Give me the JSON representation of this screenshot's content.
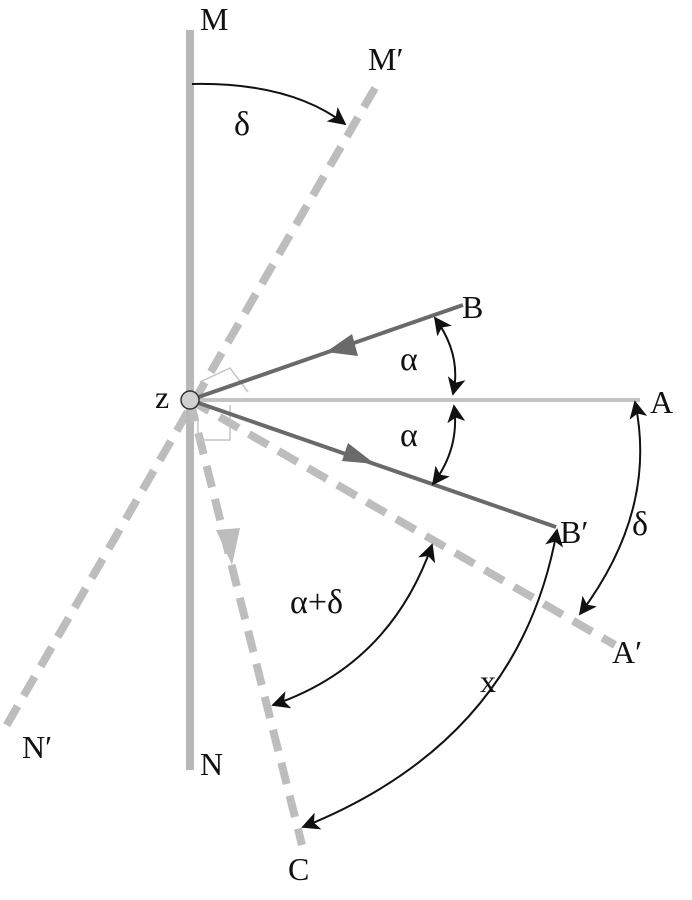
{
  "diagram": {
    "labels": {
      "M": "M",
      "M_prime": "M′",
      "N": "N",
      "N_prime": "N′",
      "A": "A",
      "A_prime": "A′",
      "B": "B",
      "B_prime": "B′",
      "C": "C",
      "z": "z",
      "delta_top": "δ",
      "delta_right": "δ",
      "alpha_upper": "α",
      "alpha_lower": "α",
      "alpha_plus_delta": "α+δ",
      "x": "x"
    },
    "colors": {
      "mirror": "#b8b8b8",
      "dashed": "#bdbdbd",
      "axis": "#c4c4c4",
      "ray": "#6a6a6a",
      "arc": "#111111",
      "pivot_fill": "#d0d0d0",
      "text": "#111111",
      "background": "#ffffff"
    }
  }
}
